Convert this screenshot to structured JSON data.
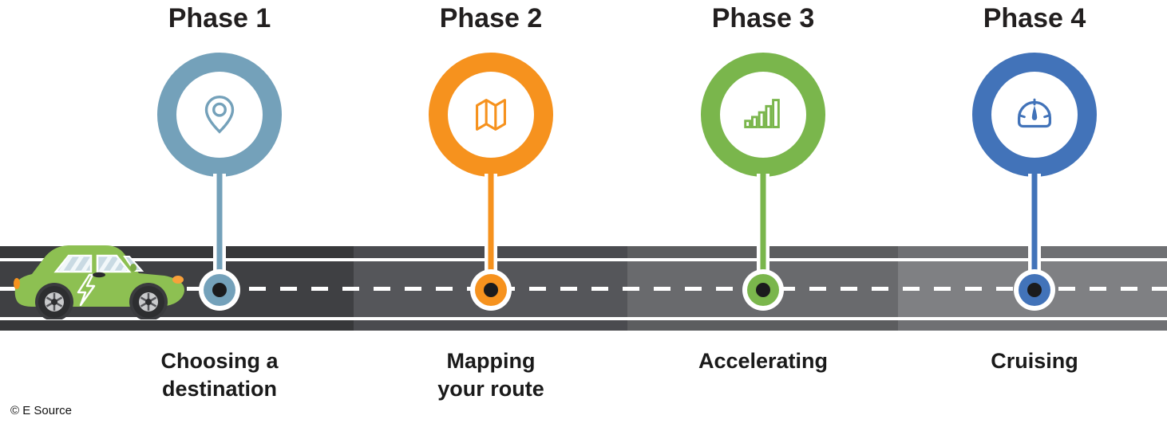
{
  "phases": [
    {
      "title": "Phase 1",
      "label_lines": [
        "Choosing a",
        "destination"
      ],
      "icon": "map-pin-icon",
      "color": "#74a1ba"
    },
    {
      "title": "Phase 2",
      "label_lines": [
        "Mapping",
        "your route"
      ],
      "icon": "folded-map-icon",
      "color": "#f6921e"
    },
    {
      "title": "Phase 3",
      "label_lines": [
        "Accelerating"
      ],
      "icon": "signal-bars-icon",
      "color": "#7ab64c"
    },
    {
      "title": "Phase 4",
      "label_lines": [
        "Cruising"
      ],
      "icon": "speedometer-icon",
      "color": "#4273b9"
    }
  ],
  "road": {
    "segment_colors": [
      "#3f4043",
      "#55565a",
      "#696a6d",
      "#7f8083"
    ],
    "lane_line_color": "#ffffff",
    "marker_core_color": "#1b1b1d"
  },
  "car": {
    "icon": "electric-car-icon",
    "decal": "lightning-bolt-icon",
    "body_color": "#8dc052"
  },
  "footer": {
    "copyright": "© E Source"
  }
}
